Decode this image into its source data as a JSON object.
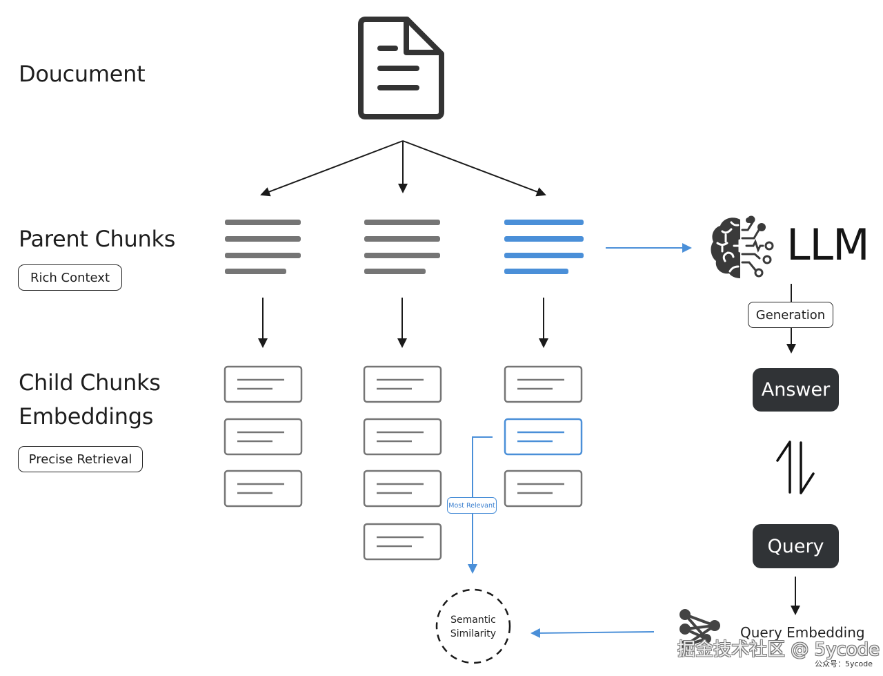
{
  "diagram": {
    "levels": {
      "document": {
        "label": "Doucument"
      },
      "parent": {
        "label": "Parent Chunks",
        "tag": "Rich Context"
      },
      "child": {
        "label_line1": "Child Chunks",
        "label_line2": "Embeddings",
        "tag": "Precise Retrieval"
      }
    },
    "parent_chunks": [
      {
        "name": "parent-chunk-1",
        "highlighted": false
      },
      {
        "name": "parent-chunk-2",
        "highlighted": false
      },
      {
        "name": "parent-chunk-3",
        "highlighted": true
      }
    ],
    "child_chunk_counts": [
      3,
      4,
      3
    ],
    "highlighted_child": {
      "column": 3,
      "index": 2
    },
    "edge_labels": {
      "most_relevant": "Most Relevant",
      "generation": "Generation"
    },
    "nodes": {
      "llm": "LLM",
      "answer": "Answer",
      "query": "Query",
      "query_embedding": "Query Embedding",
      "semantic_similarity_line1": "Semantic",
      "semantic_similarity_line2": "Similarity"
    },
    "icons": {
      "document": "document-icon",
      "llm": "brain-circuit-icon",
      "exchange": "up-down-arrows-icon",
      "embedding": "neural-network-icon"
    },
    "colors": {
      "accent": "#4a8fd8",
      "line_gray": "#757575",
      "dark_node": "#303336",
      "ink": "#1e1e1e"
    }
  },
  "watermark": {
    "main": "掘金技术社区 @ 5ycode",
    "sub": "公众号：5ycode"
  }
}
